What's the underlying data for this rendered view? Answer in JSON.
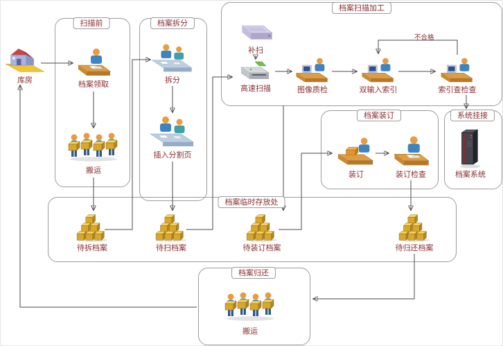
{
  "diagram": {
    "groups": {
      "pre_scan": {
        "title": "扫描前"
      },
      "split": {
        "title": "档案拆分"
      },
      "scan_process": {
        "title": "档案扫描加工"
      },
      "binding": {
        "title": "档案装订"
      },
      "system_link": {
        "title": "系统挂接"
      },
      "temp_storage": {
        "title": "档案临时存放处"
      },
      "return": {
        "title": "档案归还"
      }
    },
    "nodes": {
      "warehouse": {
        "label": "库房",
        "icon": "warehouse-icon"
      },
      "receive": {
        "label": "档案领取",
        "icon": "clerk-desk-icon"
      },
      "carry_top": {
        "label": "搬运",
        "icon": "carriers-icon"
      },
      "split": {
        "label": "拆分",
        "icon": "work-table-icon"
      },
      "insert_divider": {
        "label": "插入分割页",
        "icon": "work-table-icon"
      },
      "rescan": {
        "label": "补扫",
        "icon": "flatbed-scanner-icon"
      },
      "highspeed_scan": {
        "label": "高速扫描",
        "icon": "highspeed-scanner-icon"
      },
      "image_qc": {
        "label": "图像质检",
        "icon": "computer-operator-icon"
      },
      "double_index": {
        "label": "双输入索引",
        "icon": "computer-operator-icon"
      },
      "index_check": {
        "label": "索引查检查",
        "icon": "computer-operator-icon"
      },
      "bind": {
        "label": "装订",
        "icon": "binding-desk-icon"
      },
      "bind_check": {
        "label": "装订检查",
        "icon": "clerk-desk-icon"
      },
      "archive_system": {
        "label": "档案系统",
        "icon": "server-icon"
      },
      "to_split": {
        "label": "待拆档案",
        "icon": "carton-stack-icon"
      },
      "to_scan": {
        "label": "待扫档案",
        "icon": "carton-stack-icon"
      },
      "to_bind": {
        "label": "待装订档案",
        "icon": "carton-stack-icon"
      },
      "to_return": {
        "label": "待归还档案",
        "icon": "carton-stack-icon"
      },
      "carry_bottom": {
        "label": "搬运",
        "icon": "carriers-icon"
      }
    },
    "edge_labels": {
      "unqualified": "不合格"
    },
    "colors": {
      "label_text": "#8a2f2f",
      "group_border": "#9b9b9b",
      "arrow": "#4a4a4a",
      "carton": "#d9a72b"
    }
  }
}
